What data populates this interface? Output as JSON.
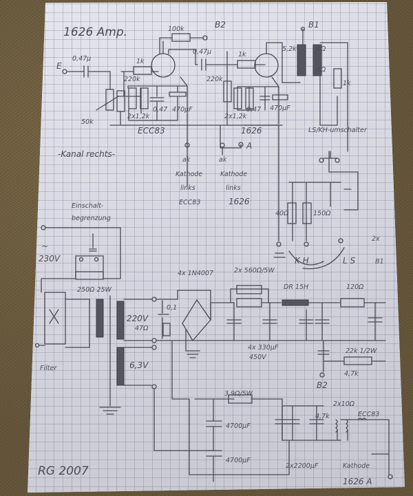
{
  "title": "1626 Amp.",
  "channel": "-Kanal rechts-",
  "signature": "RG  2007",
  "labels": {
    "b2_top": "B2",
    "b1_top": "B1",
    "r_100k": "100k",
    "input_e": "E",
    "c_in": "0,47µ",
    "r_1k_a": "1k",
    "r_220k_a": "220k",
    "pot_50k": "50k",
    "c_couple": "0,47µ",
    "r_1k_b": "1k",
    "r_220k_b": "220k",
    "tr_5k2": "5,2k",
    "tr_4ohm": "4Ω",
    "tr_8ohm": "8Ω",
    "r_1k_c": "1k",
    "c_047_a": "0,47",
    "c_470_a": "470µF",
    "r_2x12k_a": "2x1,2k",
    "tube_ecc83": "ECC83",
    "c_047_b": "0,47",
    "c_470_b": "470µF",
    "r_2x12k_b": "2x1,2k",
    "tube_1626": "1626",
    "switch_label": "LS/KH-umschalter",
    "ak_1": "ak",
    "kathode_1": "Kathode",
    "links_1": "links",
    "ecc83_1": "ECC83",
    "ak_2": "ak",
    "kathode_2": "Kathode",
    "links_2": "links",
    "t1626_2": "1626",
    "term_a": "A",
    "einschalt_1": "Einschalt-",
    "einschalt_2": "begrenzung",
    "r_40": "40Ω",
    "r_150": "150Ω",
    "mains_sym": "~",
    "mains": "230V",
    "kh": "K H",
    "ls": "L S",
    "ls_2x": "2x",
    "ls_b1": "B1",
    "diodes": "4x 1N4007",
    "r_2x560": "2x 560Ω/5W",
    "r_250": "250Ω  25W",
    "choke": "DR 15H",
    "r_120": "120Ω",
    "c_01": "0,1",
    "sec_220": "220V",
    "r_47": "47Ω",
    "caps_4x330": "4x 330µF",
    "caps_450v": "450V",
    "r_22k": "22k 1/2W",
    "r_47k": "4,7k",
    "b2_bottom": "B2",
    "filter": "Filter",
    "sec_63": "6,3V",
    "r_39": "3,9Ω/5W",
    "c_4700_a": "4700µF",
    "c_4700_b": "4700µF",
    "c_2x2200": "2x2200µF",
    "r_47_small": "4,7k",
    "r_2x10": "2x10Ω",
    "heater_ecc83": "ECC83",
    "heater_kathode": "Kathode",
    "heater_1626": "1626  A"
  }
}
